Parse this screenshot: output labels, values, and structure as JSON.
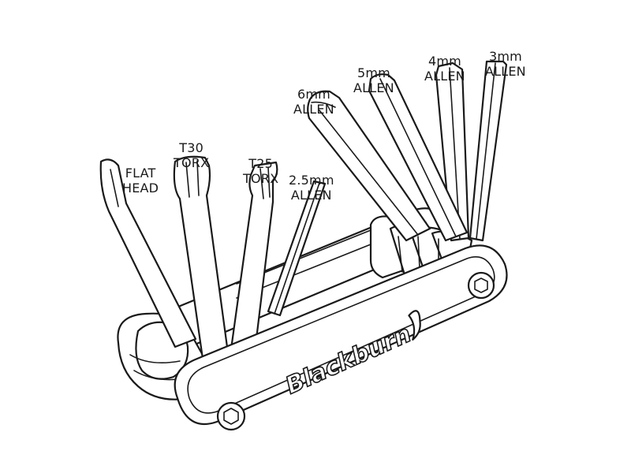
{
  "diagram": {
    "tools": [
      {
        "line1": "FLAT",
        "line2": "HEAD"
      },
      {
        "line1": "T30",
        "line2": "TORX"
      },
      {
        "line1": "T25",
        "line2": "TORX"
      },
      {
        "line1": "2.5mm",
        "line2": "ALLEN"
      },
      {
        "line1": "6mm",
        "line2": "ALLEN"
      },
      {
        "line1": "5mm",
        "line2": "ALLEN"
      },
      {
        "line1": "4mm",
        "line2": "ALLEN"
      },
      {
        "line1": "3mm",
        "line2": "ALLEN"
      }
    ],
    "brand_logo": "Blackburn",
    "colors": {
      "ink": "#1a1a1a",
      "fill": "#ffffff"
    }
  }
}
